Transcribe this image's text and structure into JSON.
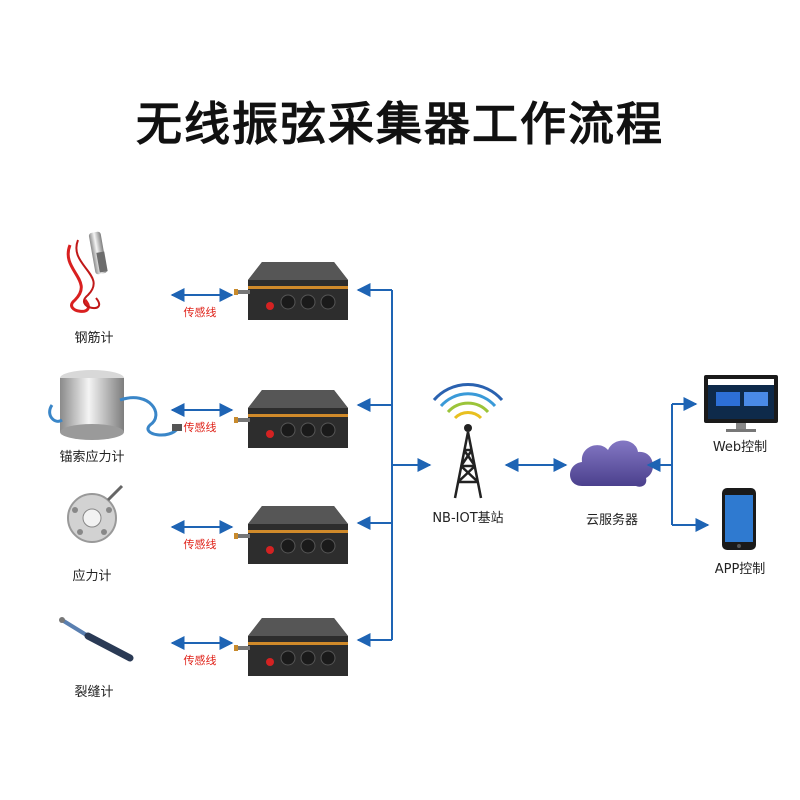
{
  "title": "无线振弦采集器工作流程",
  "sensors": [
    {
      "label": "钢筋计"
    },
    {
      "label": "锚索应力计"
    },
    {
      "label": "应力计"
    },
    {
      "label": "裂缝计"
    }
  ],
  "link_label": "传感线",
  "base_station": {
    "label": "NB-IOT基站"
  },
  "cloud": {
    "label": "云服务器"
  },
  "clients": [
    {
      "label": "Web控制"
    },
    {
      "label": "APP控制"
    }
  ],
  "colors": {
    "arrow": "#1e64b4",
    "link_text": "#e0241b",
    "cloud": "#5b4fa0",
    "device_body": "#3a3a3a"
  },
  "icons": {
    "rebar_meter": "rebar-meter-icon",
    "anchor_meter": "anchor-cable-meter-icon",
    "stress_meter": "load-cell-icon",
    "crack_meter": "crack-meter-icon",
    "collector": "collector-box-icon",
    "tower": "radio-tower-icon",
    "cloud": "cloud-icon",
    "monitor": "monitor-icon",
    "phone": "smartphone-icon"
  }
}
